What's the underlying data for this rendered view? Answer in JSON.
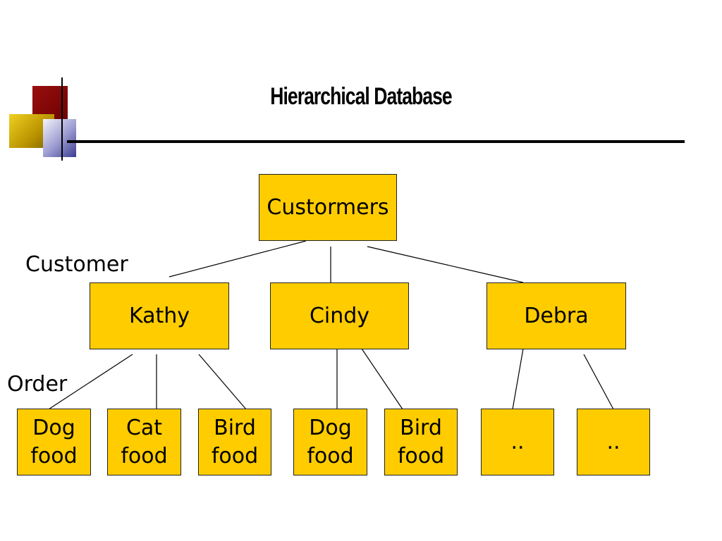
{
  "slide": {
    "title": "Hierarchical Database"
  },
  "levels": {
    "customer_label": "Customer",
    "order_label": "Order"
  },
  "tree": {
    "root": {
      "label": "Custormers"
    },
    "customers": [
      {
        "label": "Kathy"
      },
      {
        "label": "Cindy"
      },
      {
        "label": "Debra"
      }
    ],
    "orders": [
      {
        "label": "Dog\nfood",
        "parent": "Kathy"
      },
      {
        "label": "Cat\nfood",
        "parent": "Kathy"
      },
      {
        "label": "Bird\nfood",
        "parent": "Kathy"
      },
      {
        "label": "Dog\nfood",
        "parent": "Cindy"
      },
      {
        "label": "Bird\nfood",
        "parent": "Cindy"
      },
      {
        "label": "..",
        "parent": "Debra"
      },
      {
        "label": "..",
        "parent": "Debra"
      }
    ]
  },
  "colors": {
    "node_fill": "#ffcc00",
    "accent_red": "#8b0000",
    "accent_gold": "#c8a000",
    "accent_blue": "#5a5aa8"
  }
}
